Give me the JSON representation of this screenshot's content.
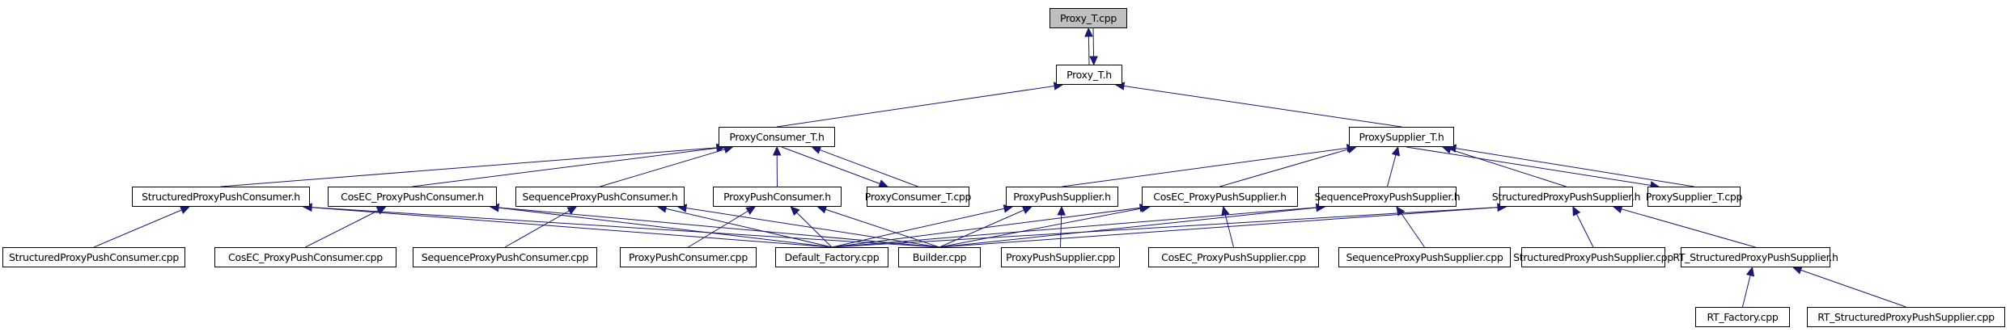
{
  "diagram": {
    "type": "include-dependency-graph",
    "edge_color": "#191970",
    "root_fill": "#bfbfbf",
    "nodes": [
      {
        "id": "proxy_t_cpp",
        "label": "Proxy_T.cpp",
        "root": true
      },
      {
        "id": "proxy_t_h",
        "label": "Proxy_T.h"
      },
      {
        "id": "proxyconsumer_t_h",
        "label": "ProxyConsumer_T.h"
      },
      {
        "id": "proxysupplier_t_h",
        "label": "ProxySupplier_T.h"
      },
      {
        "id": "structuredproxypushconsumer_h",
        "label": "StructuredProxyPushConsumer.h"
      },
      {
        "id": "cosec_proxypushconsumer_h",
        "label": "CosEC_ProxyPushConsumer.h"
      },
      {
        "id": "sequenceproxypushconsumer_h",
        "label": "SequenceProxyPushConsumer.h"
      },
      {
        "id": "proxypushconsumer_h",
        "label": "ProxyPushConsumer.h"
      },
      {
        "id": "proxyconsumer_t_cpp",
        "label": "ProxyConsumer_T.cpp"
      },
      {
        "id": "proxypushsupplier_h",
        "label": "ProxyPushSupplier.h"
      },
      {
        "id": "cosec_proxypushsupplier_h",
        "label": "CosEC_ProxyPushSupplier.h"
      },
      {
        "id": "sequenceproxypushsupplier_h",
        "label": "SequenceProxyPushSupplier.h"
      },
      {
        "id": "structuredproxypushsupplier_h",
        "label": "StructuredProxyPushSupplier.h"
      },
      {
        "id": "proxysupplier_t_cpp",
        "label": "ProxySupplier_T.cpp"
      },
      {
        "id": "structuredproxypushconsumer_cpp",
        "label": "StructuredProxyPushConsumer.cpp"
      },
      {
        "id": "cosec_proxypushconsumer_cpp",
        "label": "CosEC_ProxyPushConsumer.cpp"
      },
      {
        "id": "sequenceproxypushconsumer_cpp",
        "label": "SequenceProxyPushConsumer.cpp"
      },
      {
        "id": "proxypushconsumer_cpp",
        "label": "ProxyPushConsumer.cpp"
      },
      {
        "id": "default_factory_cpp",
        "label": "Default_Factory.cpp"
      },
      {
        "id": "builder_cpp",
        "label": "Builder.cpp"
      },
      {
        "id": "proxypushsupplier_cpp",
        "label": "ProxyPushSupplier.cpp"
      },
      {
        "id": "cosec_proxypushsupplier_cpp",
        "label": "CosEC_ProxyPushSupplier.cpp"
      },
      {
        "id": "sequenceproxypushsupplier_cpp",
        "label": "SequenceProxyPushSupplier.cpp"
      },
      {
        "id": "structuredproxypushsupplier_cpp",
        "label": "StructuredProxyPushSupplier.cpp"
      },
      {
        "id": "rt_structuredproxypushsupplier_h",
        "label": "RT_StructuredProxyPushSupplier.h"
      },
      {
        "id": "rt_factory_cpp",
        "label": "RT_Factory.cpp"
      },
      {
        "id": "rt_structuredproxypushsupplier_cpp",
        "label": "RT_StructuredProxyPushSupplier.cpp"
      }
    ],
    "edges": [
      [
        "proxy_t_h",
        "proxy_t_cpp"
      ],
      [
        "proxy_t_cpp",
        "proxy_t_h"
      ],
      [
        "proxyconsumer_t_h",
        "proxy_t_h"
      ],
      [
        "proxysupplier_t_h",
        "proxy_t_h"
      ],
      [
        "structuredproxypushconsumer_h",
        "proxyconsumer_t_h"
      ],
      [
        "cosec_proxypushconsumer_h",
        "proxyconsumer_t_h"
      ],
      [
        "sequenceproxypushconsumer_h",
        "proxyconsumer_t_h"
      ],
      [
        "proxypushconsumer_h",
        "proxyconsumer_t_h"
      ],
      [
        "proxyconsumer_t_cpp",
        "proxyconsumer_t_h"
      ],
      [
        "proxyconsumer_t_h",
        "proxyconsumer_t_cpp"
      ],
      [
        "proxypushsupplier_h",
        "proxysupplier_t_h"
      ],
      [
        "cosec_proxypushsupplier_h",
        "proxysupplier_t_h"
      ],
      [
        "sequenceproxypushsupplier_h",
        "proxysupplier_t_h"
      ],
      [
        "structuredproxypushsupplier_h",
        "proxysupplier_t_h"
      ],
      [
        "proxysupplier_t_cpp",
        "proxysupplier_t_h"
      ],
      [
        "proxysupplier_t_h",
        "proxysupplier_t_cpp"
      ],
      [
        "structuredproxypushconsumer_cpp",
        "structuredproxypushconsumer_h"
      ],
      [
        "default_factory_cpp",
        "structuredproxypushconsumer_h"
      ],
      [
        "builder_cpp",
        "structuredproxypushconsumer_h"
      ],
      [
        "cosec_proxypushconsumer_cpp",
        "cosec_proxypushconsumer_h"
      ],
      [
        "default_factory_cpp",
        "cosec_proxypushconsumer_h"
      ],
      [
        "builder_cpp",
        "cosec_proxypushconsumer_h"
      ],
      [
        "sequenceproxypushconsumer_cpp",
        "sequenceproxypushconsumer_h"
      ],
      [
        "default_factory_cpp",
        "sequenceproxypushconsumer_h"
      ],
      [
        "builder_cpp",
        "sequenceproxypushconsumer_h"
      ],
      [
        "proxypushconsumer_cpp",
        "proxypushconsumer_h"
      ],
      [
        "default_factory_cpp",
        "proxypushconsumer_h"
      ],
      [
        "builder_cpp",
        "proxypushconsumer_h"
      ],
      [
        "proxypushsupplier_cpp",
        "proxypushsupplier_h"
      ],
      [
        "default_factory_cpp",
        "proxypushsupplier_h"
      ],
      [
        "builder_cpp",
        "proxypushsupplier_h"
      ],
      [
        "cosec_proxypushsupplier_cpp",
        "cosec_proxypushsupplier_h"
      ],
      [
        "default_factory_cpp",
        "cosec_proxypushsupplier_h"
      ],
      [
        "builder_cpp",
        "cosec_proxypushsupplier_h"
      ],
      [
        "sequenceproxypushsupplier_cpp",
        "sequenceproxypushsupplier_h"
      ],
      [
        "default_factory_cpp",
        "sequenceproxypushsupplier_h"
      ],
      [
        "builder_cpp",
        "sequenceproxypushsupplier_h"
      ],
      [
        "structuredproxypushsupplier_cpp",
        "structuredproxypushsupplier_h"
      ],
      [
        "rt_structuredproxypushsupplier_h",
        "structuredproxypushsupplier_h"
      ],
      [
        "default_factory_cpp",
        "structuredproxypushsupplier_h"
      ],
      [
        "builder_cpp",
        "structuredproxypushsupplier_h"
      ],
      [
        "rt_factory_cpp",
        "rt_structuredproxypushsupplier_h"
      ],
      [
        "rt_structuredproxypushsupplier_cpp",
        "rt_structuredproxypushsupplier_h"
      ]
    ]
  }
}
